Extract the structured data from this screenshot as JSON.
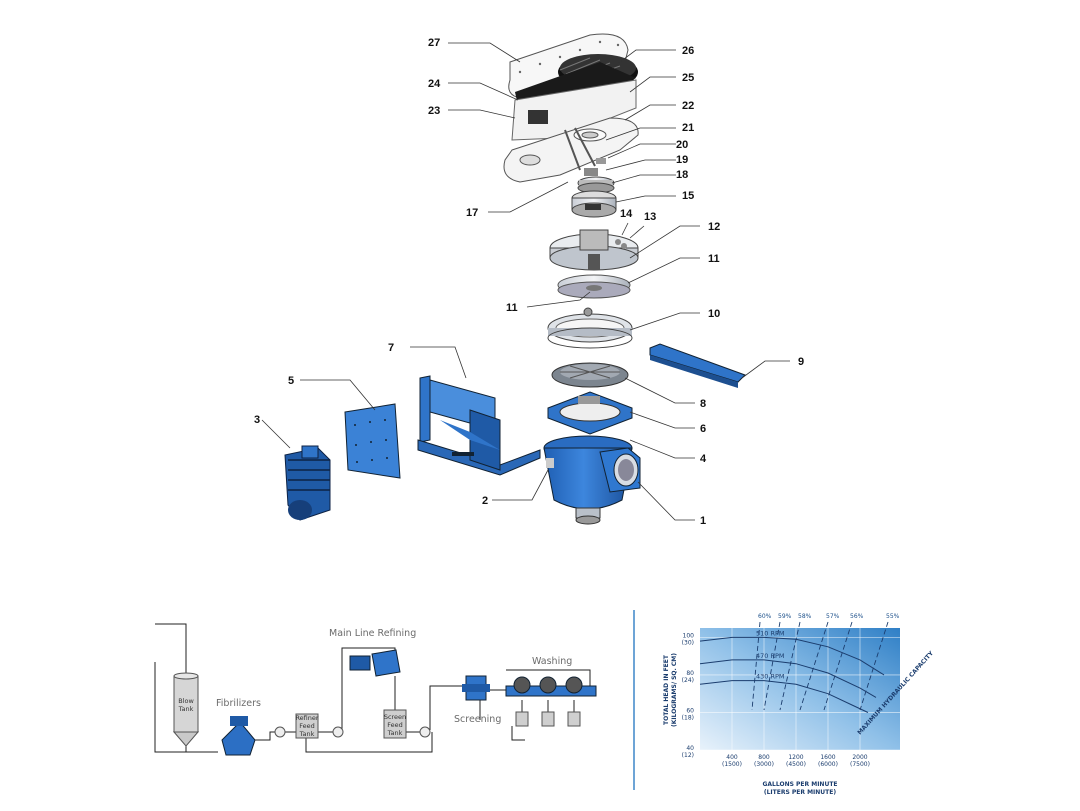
{
  "callouts": {
    "c1": "1",
    "c2": "2",
    "c3": "3",
    "c4": "4",
    "c5": "5",
    "c6": "6",
    "c7": "7",
    "c8": "8",
    "c9": "9",
    "c10": "10",
    "c11a": "11",
    "c11b": "11",
    "c12": "12",
    "c13": "13",
    "c14": "14",
    "c15": "15",
    "c17": "17",
    "c18": "18",
    "c19": "19",
    "c20": "20",
    "c21": "21",
    "c22": "22",
    "c23": "23",
    "c24": "24",
    "c25": "25",
    "c26": "26",
    "c27": "27"
  },
  "process": {
    "blow_tank_line1": "Blow",
    "blow_tank_line2": "Tank",
    "fibrilizers": "Fibrilizers",
    "refiner_feed_line1": "Refiner",
    "refiner_feed_line2": "Feed",
    "refiner_feed_line3": "Tank",
    "main_line_refining": "Main Line Refining",
    "screen_feed_line1": "Screen",
    "screen_feed_line2": "Feed",
    "screen_feed_line3": "Tank",
    "screening": "Screening",
    "washing": "Washing"
  },
  "chart_data": {
    "type": "performance-curve",
    "xlabel_line1": "GALLONS PER MINUTE",
    "xlabel_line2": "(LITERS PER MINUTE)",
    "ylabel_line1": "TOTAL HEAD IN FEET",
    "ylabel_line2": "(KILOGRAMS/ SQ. CM)",
    "x_ticks": [
      {
        "value": 400,
        "label": "400",
        "sub": "(1500)"
      },
      {
        "value": 800,
        "label": "800",
        "sub": "(3000)"
      },
      {
        "value": 1200,
        "label": "1200",
        "sub": "(4500)"
      },
      {
        "value": 1600,
        "label": "1600",
        "sub": "(6000)"
      },
      {
        "value": 2000,
        "label": "2000",
        "sub": "(7500)"
      }
    ],
    "y_ticks": [
      {
        "value": 40,
        "label": "40",
        "sub": "(12)"
      },
      {
        "value": 60,
        "label": "60",
        "sub": "(18)"
      },
      {
        "value": 80,
        "label": "80",
        "sub": "(24)"
      },
      {
        "value": 100,
        "label": "100",
        "sub": "(30)"
      }
    ],
    "xlim": [
      0,
      2500
    ],
    "ylim": [
      40,
      105
    ],
    "rpm_curves": [
      {
        "name": "510 RPM",
        "points": [
          [
            0,
            98
          ],
          [
            400,
            100
          ],
          [
            800,
            100
          ],
          [
            1200,
            99
          ],
          [
            1600,
            95
          ],
          [
            2000,
            88
          ],
          [
            2300,
            80
          ]
        ]
      },
      {
        "name": "470 RPM",
        "points": [
          [
            0,
            86
          ],
          [
            400,
            88
          ],
          [
            800,
            88
          ],
          [
            1200,
            86
          ],
          [
            1600,
            81
          ],
          [
            2000,
            73
          ],
          [
            2200,
            68
          ]
        ]
      },
      {
        "name": "430 RPM",
        "points": [
          [
            0,
            75
          ],
          [
            400,
            77
          ],
          [
            800,
            77
          ],
          [
            1200,
            75
          ],
          [
            1600,
            70
          ],
          [
            1900,
            64
          ],
          [
            2100,
            60
          ]
        ]
      }
    ],
    "efficiency_lines": [
      {
        "name": "60%",
        "x_top": 750,
        "x_bottom": 650
      },
      {
        "name": "59%",
        "x_top": 1000,
        "x_bottom": 800
      },
      {
        "name": "58%",
        "x_top": 1250,
        "x_bottom": 1000
      },
      {
        "name": "57%",
        "x_top": 1600,
        "x_bottom": 1250
      },
      {
        "name": "56%",
        "x_top": 1900,
        "x_bottom": 1550
      },
      {
        "name": "55%",
        "x_top": 2350,
        "x_bottom": 2000
      }
    ],
    "annotation": "MAXIMUM HYDRAULIC CAPACITY"
  }
}
